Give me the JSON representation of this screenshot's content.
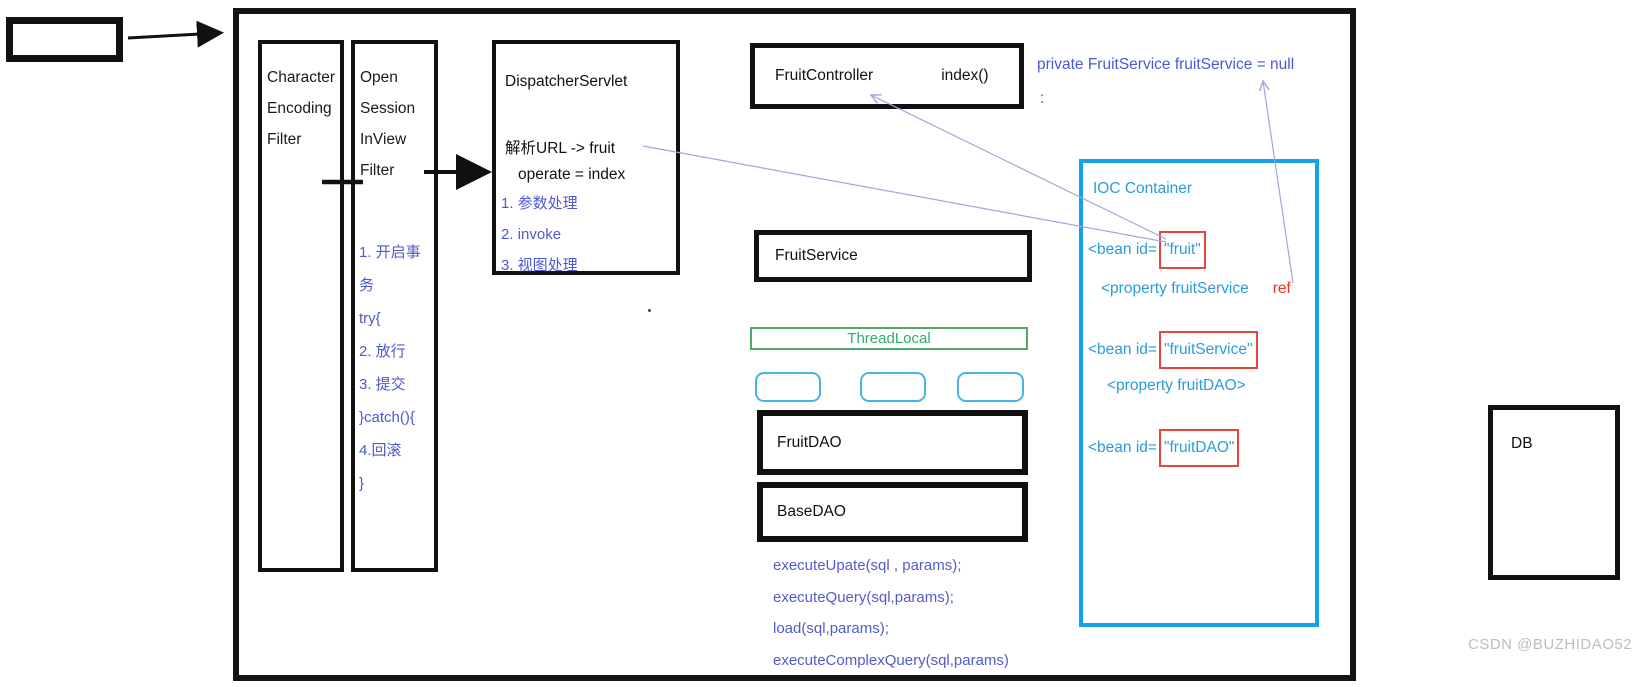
{
  "colors": {
    "black": "#111111",
    "annotation_blue": "#4f58cf",
    "declaration_blue": "#4a5ad6",
    "ioc_border_cyan": "#16a2e8",
    "ioc_text_cyan": "#2a9bdd",
    "highlight_red": "#e2473d",
    "green_text": "#2fae66",
    "green_border": "#51a86c",
    "arrow_line_purple": "#a3a6de",
    "watermark_gray": "#b9bdc4"
  },
  "filters": {
    "character": {
      "lines": [
        "Character",
        "Encoding",
        "Filter"
      ]
    },
    "open_session": {
      "lines": [
        "Open",
        "Session",
        "InView",
        "Filter"
      ],
      "steps": [
        "1. 开启事务",
        "try{",
        "2. 放行",
        "3. 提交",
        "}catch(){",
        "4.回滚",
        "}"
      ]
    }
  },
  "dispatcher": {
    "title": "DispatcherServlet",
    "parse_url": "解析URL -> fruit",
    "operate": "operate = index",
    "steps": [
      "1. 参数处理",
      "2. invoke",
      "3. 视图处理"
    ]
  },
  "controller": {
    "name": "FruitController",
    "method": "index()"
  },
  "field_declaration": {
    "code": "private FruitService fruitService = null",
    "colon": ":"
  },
  "service": {
    "name": "FruitService"
  },
  "threadlocal": {
    "label": "ThreadLocal"
  },
  "dao": {
    "fruit": "FruitDAO",
    "base": "BaseDAO",
    "methods": [
      "executeUpate(sql , params);",
      "executeQuery(sql,params);",
      "load(sql,params);",
      "executeComplexQuery(sql,params)"
    ]
  },
  "ioc": {
    "title": "IOC Container",
    "bean_fruit": {
      "prefix": "<bean id=",
      "id": "\"fruit\""
    },
    "property_fruit_service": {
      "text": "<property fruitService",
      "ref": "ref"
    },
    "bean_fruit_service": {
      "prefix": "<bean id=",
      "id": "\"fruitService\""
    },
    "property_fruit_dao": {
      "text": "<property fruitDAO>"
    },
    "bean_fruit_dao": {
      "prefix": "<bean id=",
      "id": "\"fruitDAO\""
    }
  },
  "db": {
    "label": "DB"
  },
  "watermark": "CSDN @BUZHIDAO52"
}
